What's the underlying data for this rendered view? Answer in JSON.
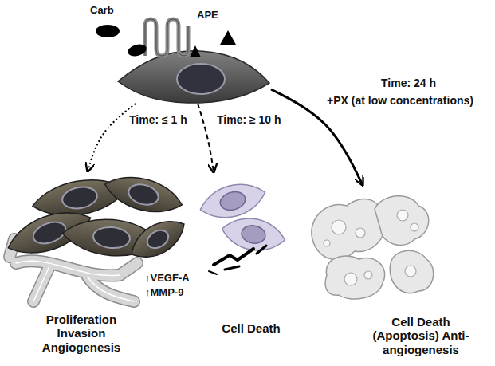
{
  "diagram": {
    "nodes": [
      {
        "text": [
          "Carb",
          "APE"
        ]
      },
      {
        "text": [
          "Proliferation Invasion Angiogenesis"
        ]
      },
      {
        "text": [
          "Cell Death"
        ]
      },
      {
        "text": [
          "Cell Death (Apoptosis) Anti-angiogenesis"
        ]
      }
    ],
    "edges": [
      {
        "from": 0,
        "to": 1,
        "arrow": "to",
        "label": "Time: ≤ 1 h"
      },
      {
        "from": 0,
        "to": 2,
        "arrow": "to",
        "label": "Time: ≥ 10 h"
      },
      {
        "from": 0,
        "to": 3,
        "arrow": "to",
        "label": "Time: 24 h"
      }
    ],
    "labels": [
      "+PX (at low concentrations)",
      "↑VEGF-A",
      "↑MMP-9"
    ]
  }
}
